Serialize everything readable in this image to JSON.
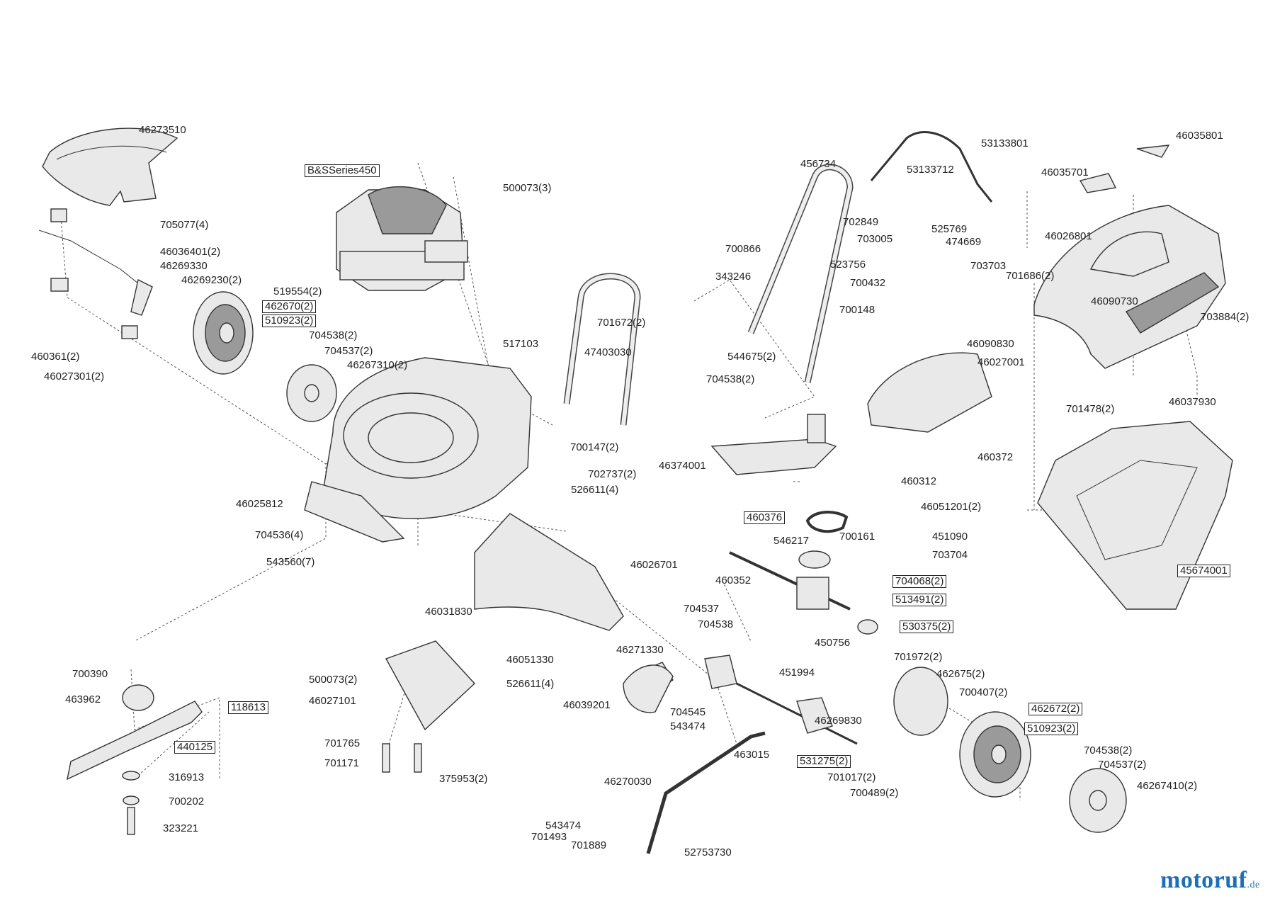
{
  "labels": [
    "46273510",
    "B&SSeries450",
    "500073(3)",
    "705077(4)",
    "46036401(2)",
    "46269330",
    "46269230(2)",
    "519554(2)",
    "462670(2)",
    "510923(2)",
    "704538(2)",
    "704537(2)",
    "46267310(2)",
    "460361(2)",
    "46027301(2)",
    "517103",
    "47403030",
    "701672(2)",
    "700866",
    "343246",
    "523756",
    "700432",
    "700148",
    "456734",
    "53133712",
    "53133801",
    "702849",
    "703005",
    "525769",
    "474669",
    "703703",
    "544675(2)",
    "704538(2)",
    "46035801",
    "46035701",
    "46026801",
    "701686(2)",
    "46090730",
    "703884(2)",
    "46090830",
    "46027001",
    "701478(2)",
    "46037930",
    "460372",
    "460312",
    "46051201(2)",
    "700147(2)",
    "702737(2)",
    "526611(4)",
    "46025812",
    "704536(4)",
    "543560(7)",
    "46374001",
    "460376",
    "546217",
    "700161",
    "451090",
    "703704",
    "460352",
    "704068(2)",
    "513491(2)",
    "530375(2)",
    "46026701",
    "46031830",
    "46051330",
    "526611(4)",
    "46039201",
    "704537",
    "704538",
    "46271330",
    "450756",
    "451994",
    "704545",
    "543474",
    "701972(2)",
    "462675(2)",
    "700407(2)",
    "462672(2)",
    "510923(2)",
    "46269830",
    "463015",
    "531275(2)",
    "701017(2)",
    "700489(2)",
    "704538(2)",
    "704537(2)",
    "46267410(2)",
    "46270030",
    "543474",
    "701493",
    "701889",
    "52753730",
    "700390",
    "463962",
    "118613",
    "440125",
    "316913",
    "700202",
    "323221",
    "500073(2)",
    "46027101",
    "701765",
    "701171",
    "375953(2)",
    "45674001"
  ],
  "watermark": {
    "main": "motoruf",
    "tld": ".de"
  },
  "colors": {
    "ink": "#222222",
    "watermark_blue": "#1f6fb8",
    "watermark_orange": "#d98b17"
  }
}
